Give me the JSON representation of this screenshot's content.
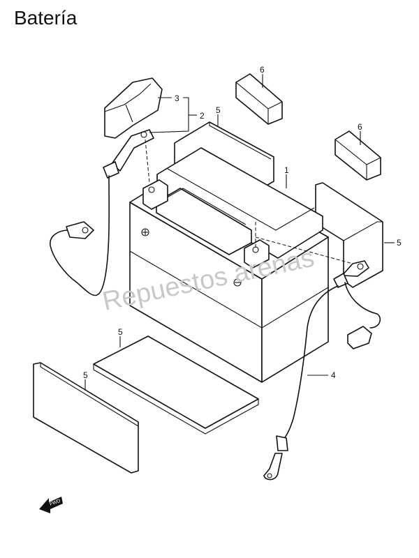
{
  "title": "Batería",
  "watermark": "Repuestos arenas",
  "callouts": {
    "c1": "1",
    "c2": "2",
    "c3": "3",
    "c4": "4",
    "c5a": "5",
    "c5b": "5",
    "c5c": "5",
    "c5d": "5",
    "c6a": "6",
    "c6b": "6"
  },
  "fwd": "FWD"
}
